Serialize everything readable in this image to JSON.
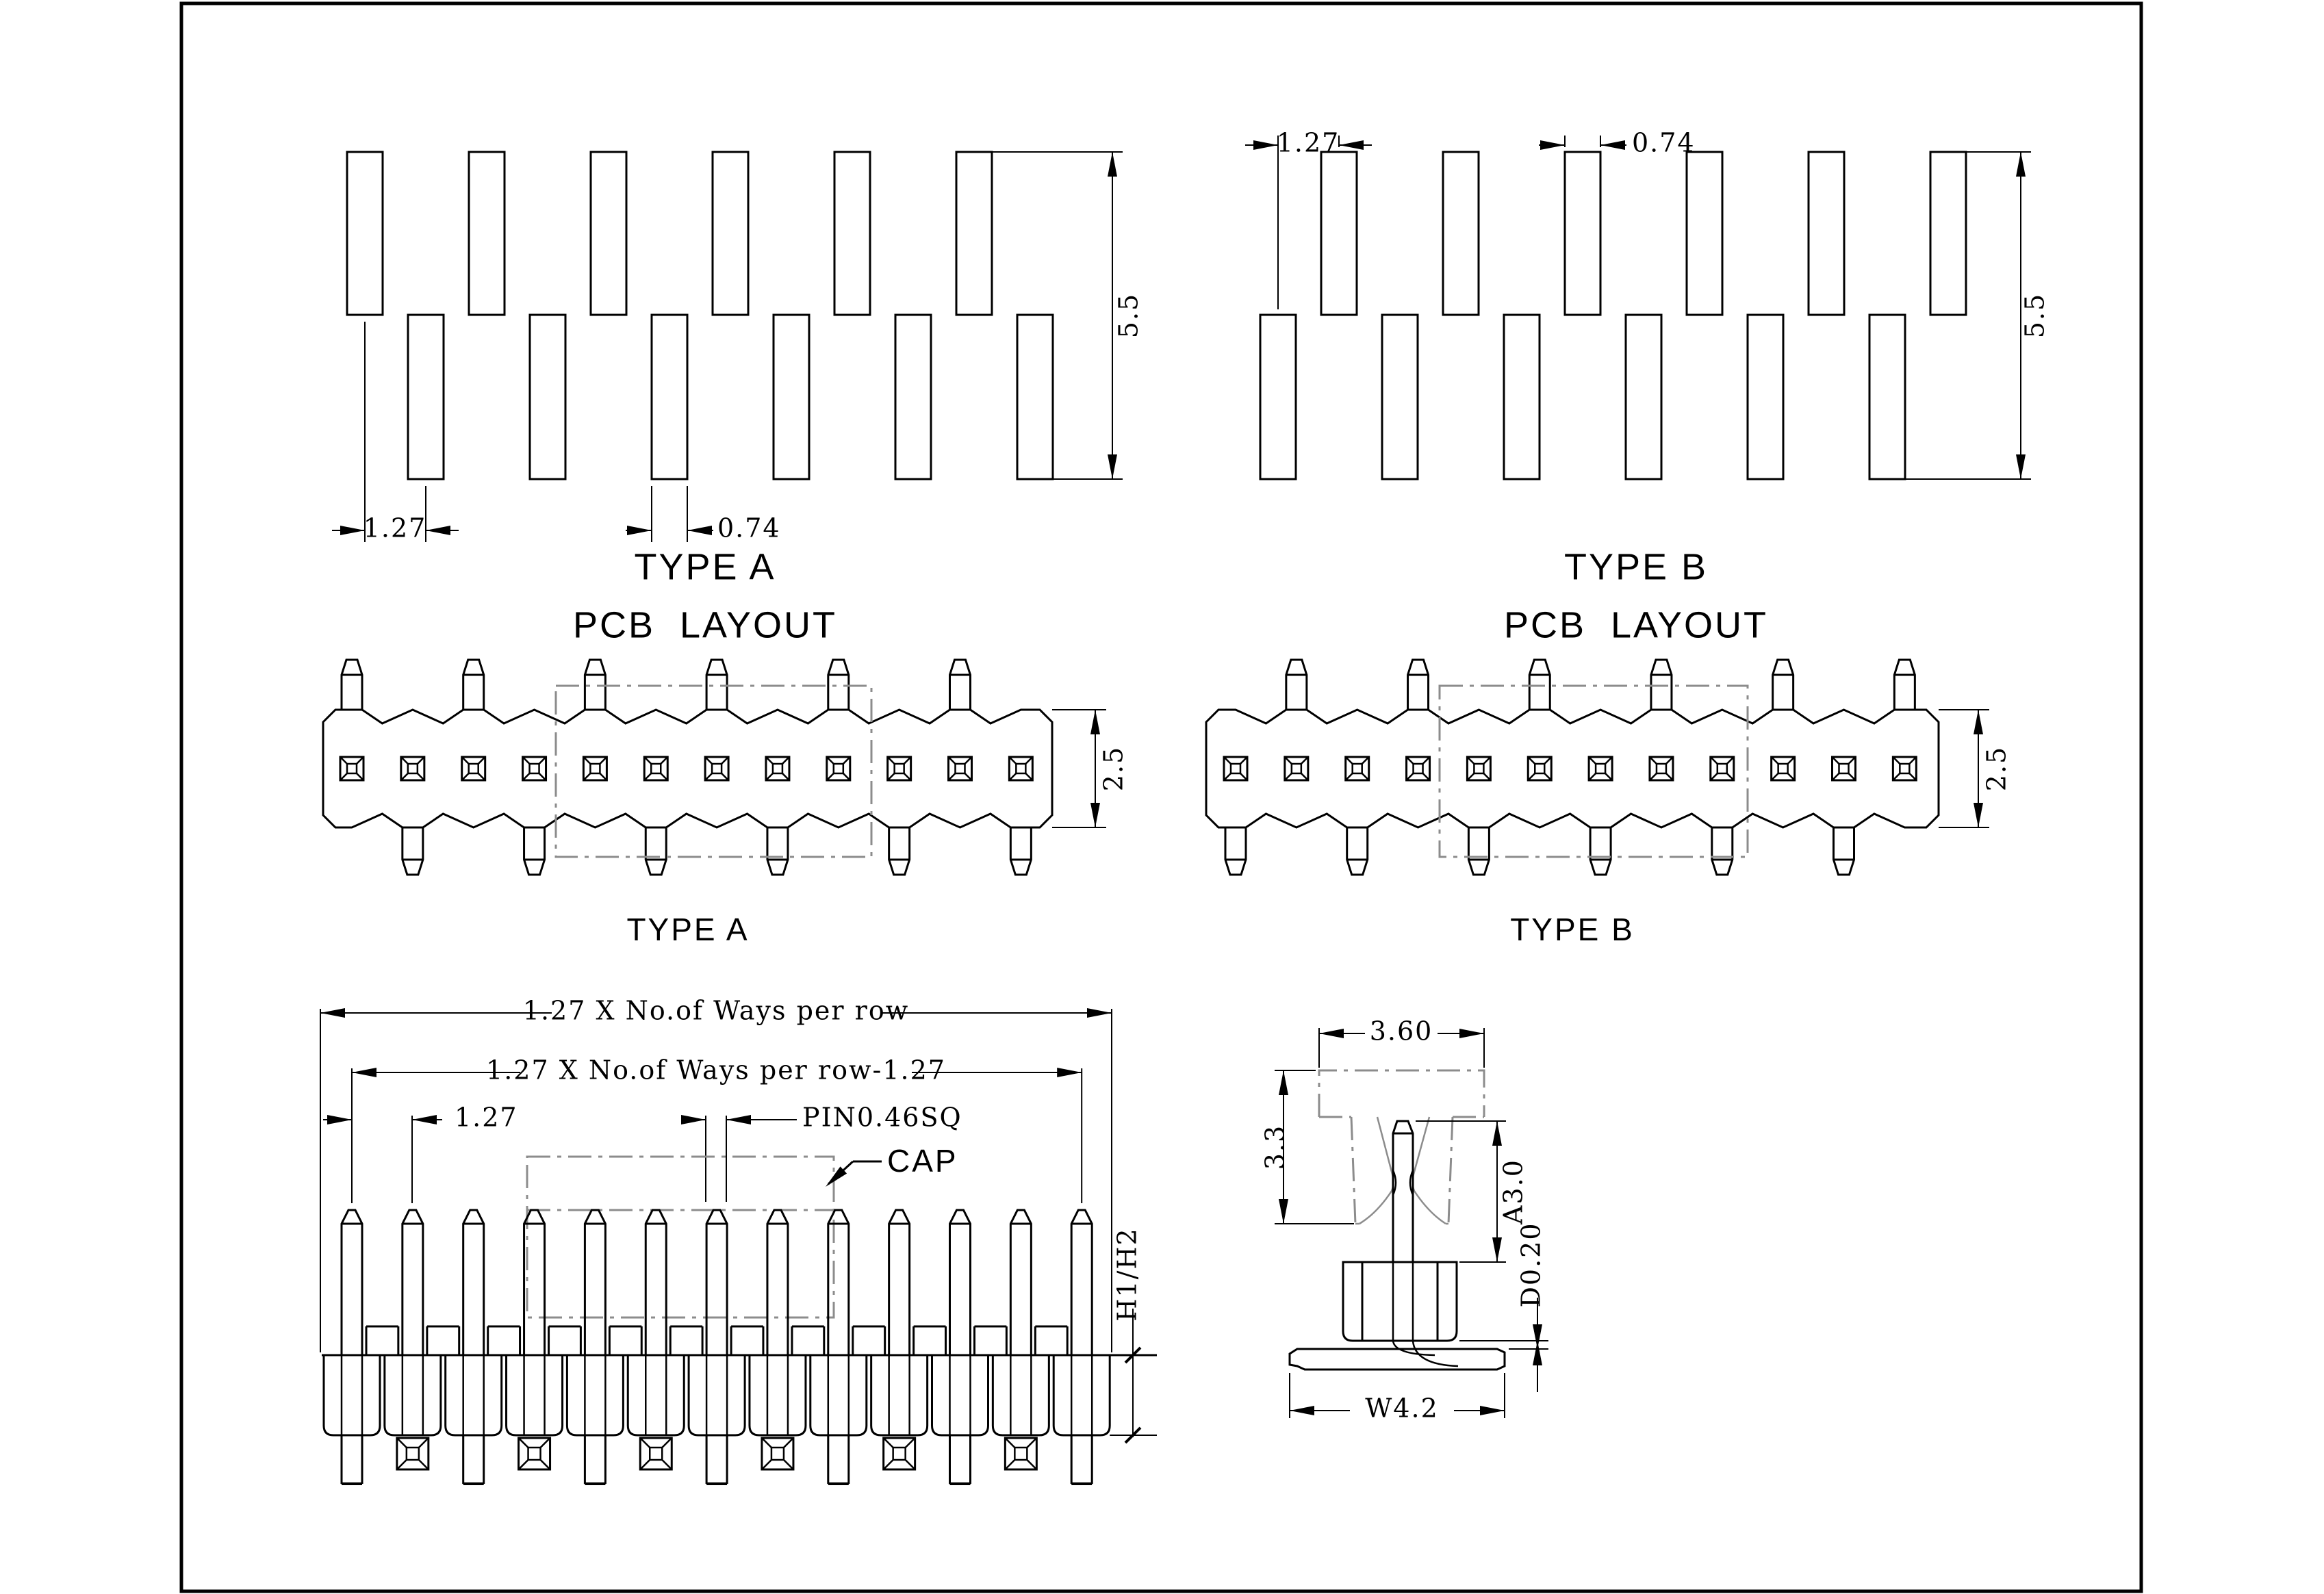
{
  "colors": {
    "line": "#000000",
    "cap_line": "#8c8c8c",
    "background": "#ffffff"
  },
  "views": {
    "type_a_pcb": {
      "title": "TYPE A",
      "subtitle": "PCB  LAYOUT",
      "dim_pitch": "1.27",
      "dim_pad_width": "0.74",
      "dim_span": "5.5"
    },
    "type_b_pcb": {
      "title": "TYPE B",
      "subtitle": "PCB  LAYOUT",
      "dim_pitch": "1.27",
      "dim_pad_width": "0.74",
      "dim_span": "5.5"
    },
    "type_a_front": {
      "title": "TYPE A",
      "dim_height": "2.5"
    },
    "type_b_front": {
      "title": "TYPE B",
      "dim_height": "2.5"
    },
    "pin_detail": {
      "dim_overall": "1.27 X No.of Ways per row",
      "dim_centers": "1.27 X No.of Ways per row-1.27",
      "dim_pitch": "1.27",
      "dim_pin": "PIN0.46SQ",
      "cap_label": "CAP",
      "dim_height": "H1/H2"
    },
    "side_detail": {
      "dim_cap_width": "3.60",
      "dim_cap_height": "3.3",
      "dim_pin_height": "A3.0",
      "dim_standoff": "D0.20",
      "dim_lead_width": "W4.2"
    }
  }
}
